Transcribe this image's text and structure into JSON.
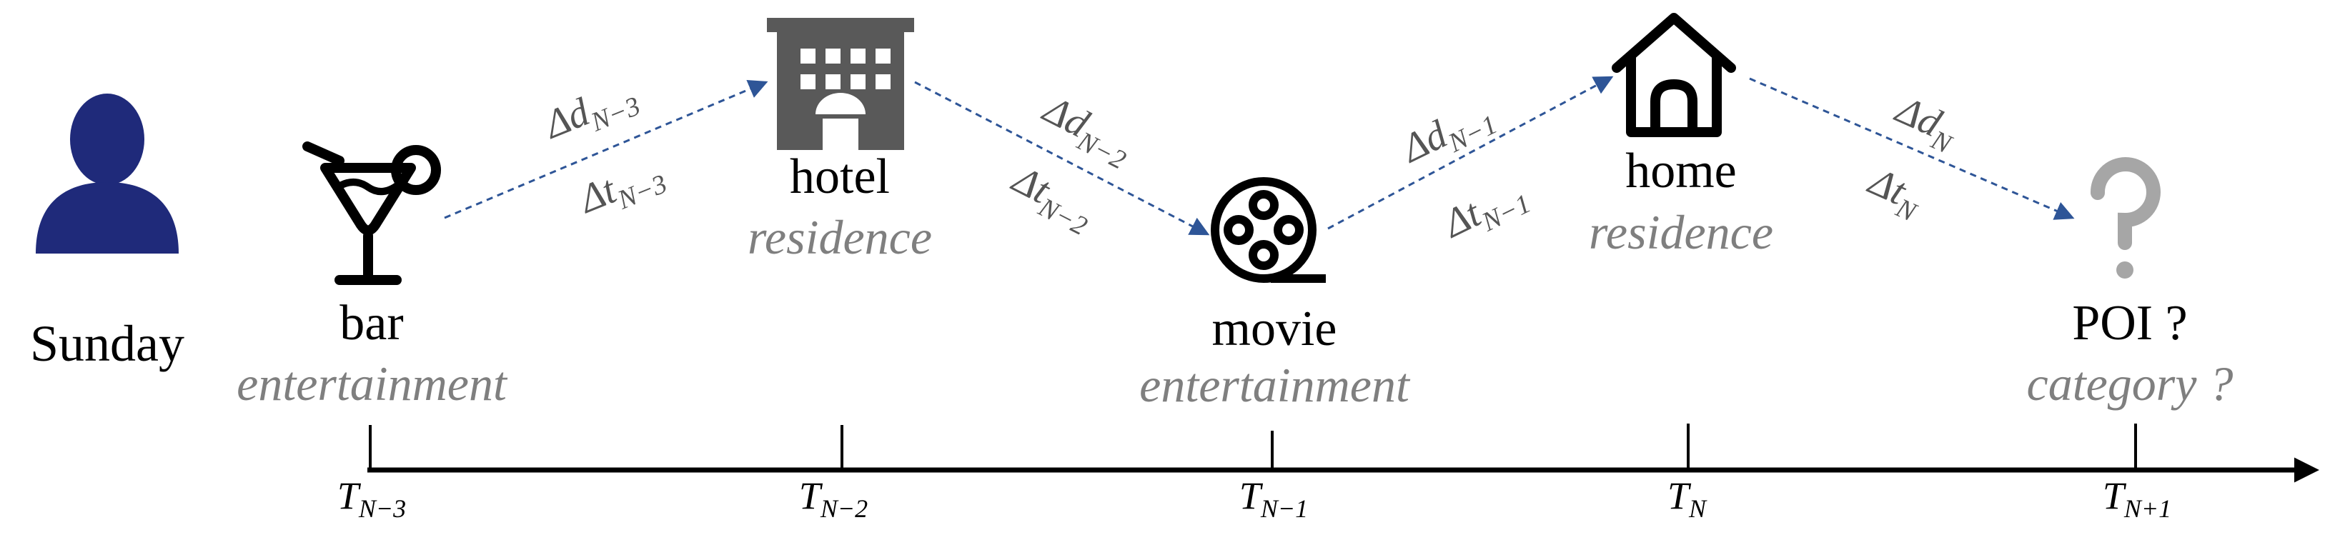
{
  "user": {
    "label": "Sunday",
    "icon": "user-icon",
    "color": "#1f2a7a"
  },
  "accent_color": "#2e5597",
  "visits": [
    {
      "id": "bar",
      "name": "bar",
      "category": "entertainment",
      "icon": "cocktail-icon"
    },
    {
      "id": "hotel",
      "name": "hotel",
      "category": "residence",
      "icon": "hotel-icon"
    },
    {
      "id": "movie",
      "name": "movie",
      "category": "entertainment",
      "icon": "film-reel-icon"
    },
    {
      "id": "home",
      "name": "home",
      "category": "residence",
      "icon": "home-icon"
    },
    {
      "id": "target",
      "name": "POI ?",
      "category": "category ?",
      "icon": "question-mark-icon"
    }
  ],
  "transitions": [
    {
      "distance_symbol": "Δd",
      "distance_sub": "N−3",
      "time_symbol": "Δt",
      "time_sub": "N−3"
    },
    {
      "distance_symbol": "Δd",
      "distance_sub": "N−2",
      "time_symbol": "Δt",
      "time_sub": "N−2"
    },
    {
      "distance_symbol": "Δd",
      "distance_sub": "N−1",
      "time_symbol": "Δt",
      "time_sub": "N−1"
    },
    {
      "distance_symbol": "Δd",
      "distance_sub": "N",
      "time_symbol": "Δt",
      "time_sub": "N"
    }
  ],
  "timeline": {
    "ticks": [
      {
        "symbol": "T",
        "sub": "N−3"
      },
      {
        "symbol": "T",
        "sub": "N−2"
      },
      {
        "symbol": "T",
        "sub": "N−1"
      },
      {
        "symbol": "T",
        "sub": "N"
      },
      {
        "symbol": "T",
        "sub": "N+1"
      }
    ]
  }
}
